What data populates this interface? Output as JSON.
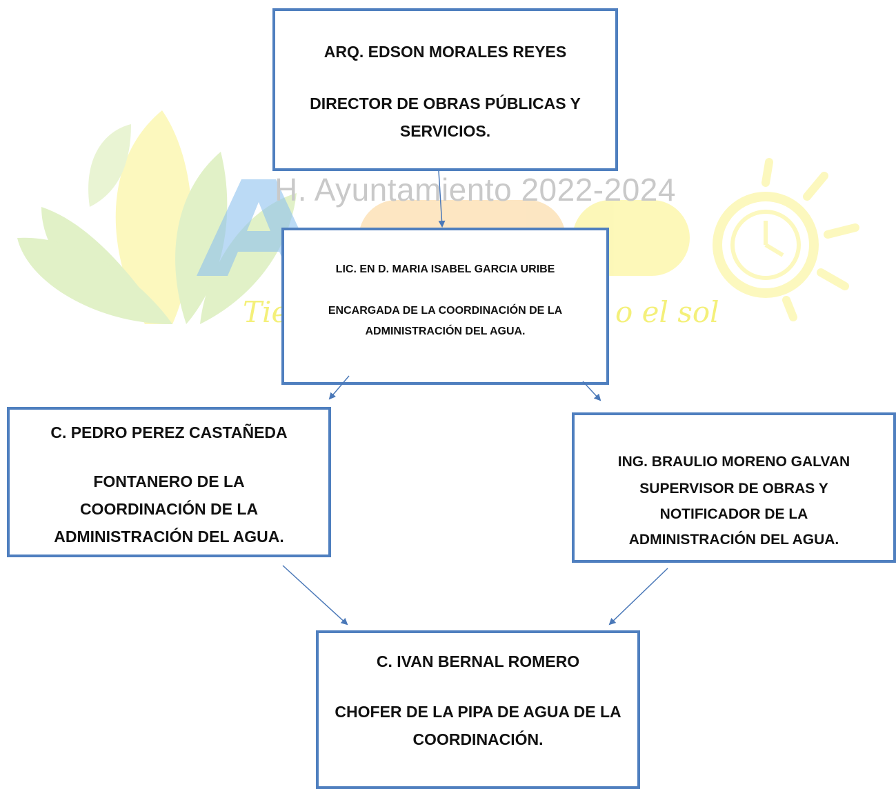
{
  "watermark": {
    "text": "H. Ayuntamiento 2022-2024",
    "brand": "Ayapango",
    "slogan_left": "Tie",
    "slogan_right": "o el sol",
    "colors": {
      "green": "#c9e69a",
      "yellow": "#fbf38a",
      "blue": "#8dc1ef",
      "orange": "#fbd69a",
      "gray": "#c9c9c9"
    }
  },
  "boxes": {
    "director": {
      "name": "ARQ. EDSON MORALES REYES",
      "role": "DIRECTOR DE OBRAS PÚBLICAS Y SERVICIOS."
    },
    "coordination": {
      "name": "LIC. EN D. MARIA ISABEL GARCIA URIBE",
      "role": "ENCARGADA DE LA COORDINACIÓN DE LA ADMINISTRACIÓN DEL AGUA."
    },
    "plumber": {
      "name": "C. PEDRO PEREZ CASTAÑEDA",
      "role": "FONTANERO DE LA COORDINACIÓN DE LA ADMINISTRACIÓN DEL AGUA."
    },
    "supervisor": {
      "name": "ING. BRAULIO MORENO GALVAN",
      "role": "SUPERVISOR DE OBRAS Y NOTIFICADOR DE LA ADMINISTRACIÓN DEL AGUA."
    },
    "driver": {
      "name": "C. IVAN BERNAL ROMERO",
      "role": "CHOFER DE LA PIPA DE AGUA DE LA COORDINACIÓN."
    }
  },
  "colors": {
    "box_border": "#4f7fbf",
    "arrow": "#4a78b8",
    "text": "#111111"
  }
}
